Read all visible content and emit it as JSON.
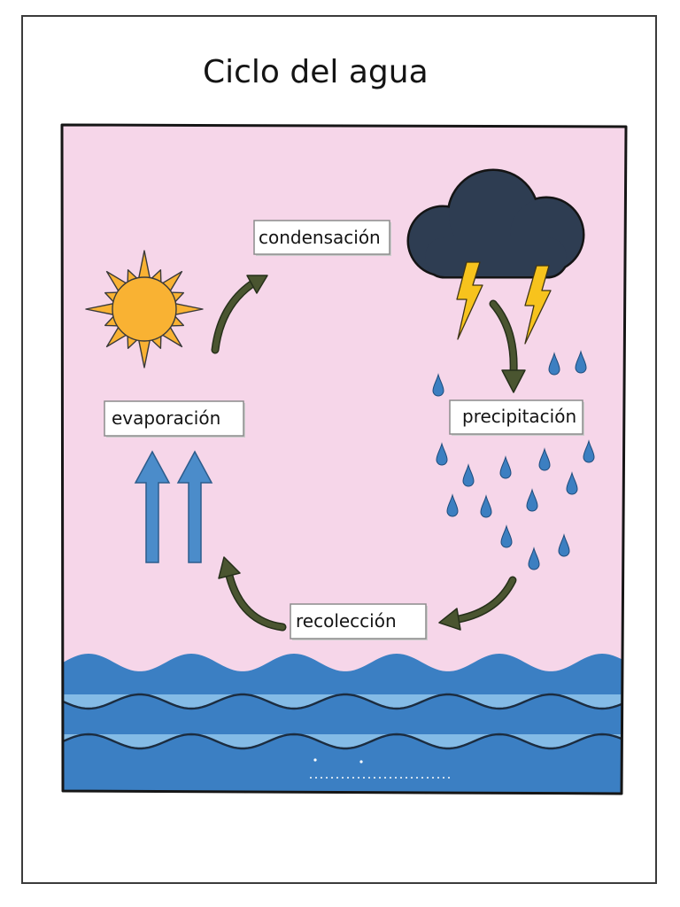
{
  "diagram": {
    "title": "Ciclo del agua",
    "labels": {
      "condensation": "condensación",
      "evaporation": "evaporación",
      "precipitation": "precipitación",
      "collection": "recolección"
    }
  },
  "icons": {
    "sun": "sun-icon",
    "cloud": "cloud-icon",
    "lightning": "lightning-icon",
    "raindrop": "raindrop-icon",
    "waves": "waves-icon",
    "evaporation_arrows": "up-arrow-icon",
    "cycle_arrows": "curved-arrow-icon"
  },
  "colors": {
    "sky": "#f6d6e9",
    "water": "#3b7fc3",
    "water_light": "#84bbe6",
    "sun": "#f9b233",
    "cloud": "#2e3d52",
    "lightning": "#f7c31d",
    "cycle_arrow": "#4a5530",
    "evaporation_arrow": "#4b8cca",
    "raindrop": "#3c7fc1"
  }
}
